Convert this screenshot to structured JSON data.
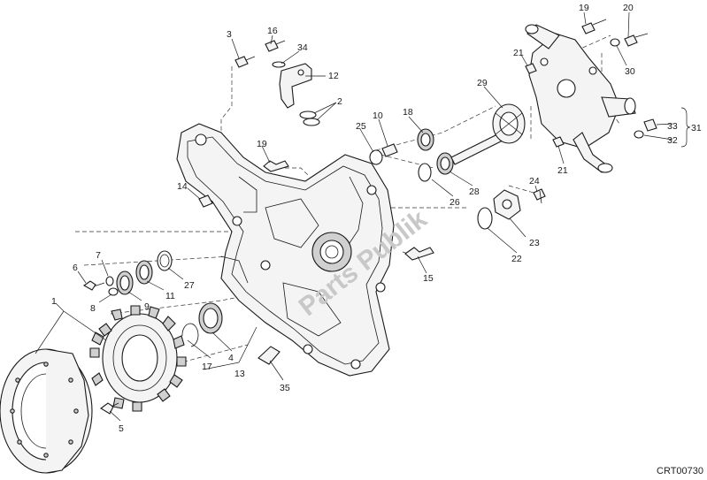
{
  "diagram": {
    "code": "CRT00730",
    "watermark": "Parts Publik",
    "callouts": {
      "c1": "1",
      "c2": "2",
      "c3": "3",
      "c4": "4",
      "c5": "5",
      "c6": "6",
      "c7": "7",
      "c8": "8",
      "c9": "9",
      "c10": "10",
      "c11": "11",
      "c12": "12",
      "c13": "13",
      "c14": "14",
      "c15": "15",
      "c16": "16",
      "c17": "17",
      "c18": "18",
      "c19a": "19",
      "c19b": "19",
      "c20": "20",
      "c21a": "21",
      "c21b": "21",
      "c22": "22",
      "c23": "23",
      "c24": "24",
      "c25": "25",
      "c26": "26",
      "c27": "27",
      "c28": "28",
      "c29": "29",
      "c30": "30",
      "c31": "31",
      "c32": "32",
      "c33": "33",
      "c34": "34",
      "c35": "35"
    }
  }
}
